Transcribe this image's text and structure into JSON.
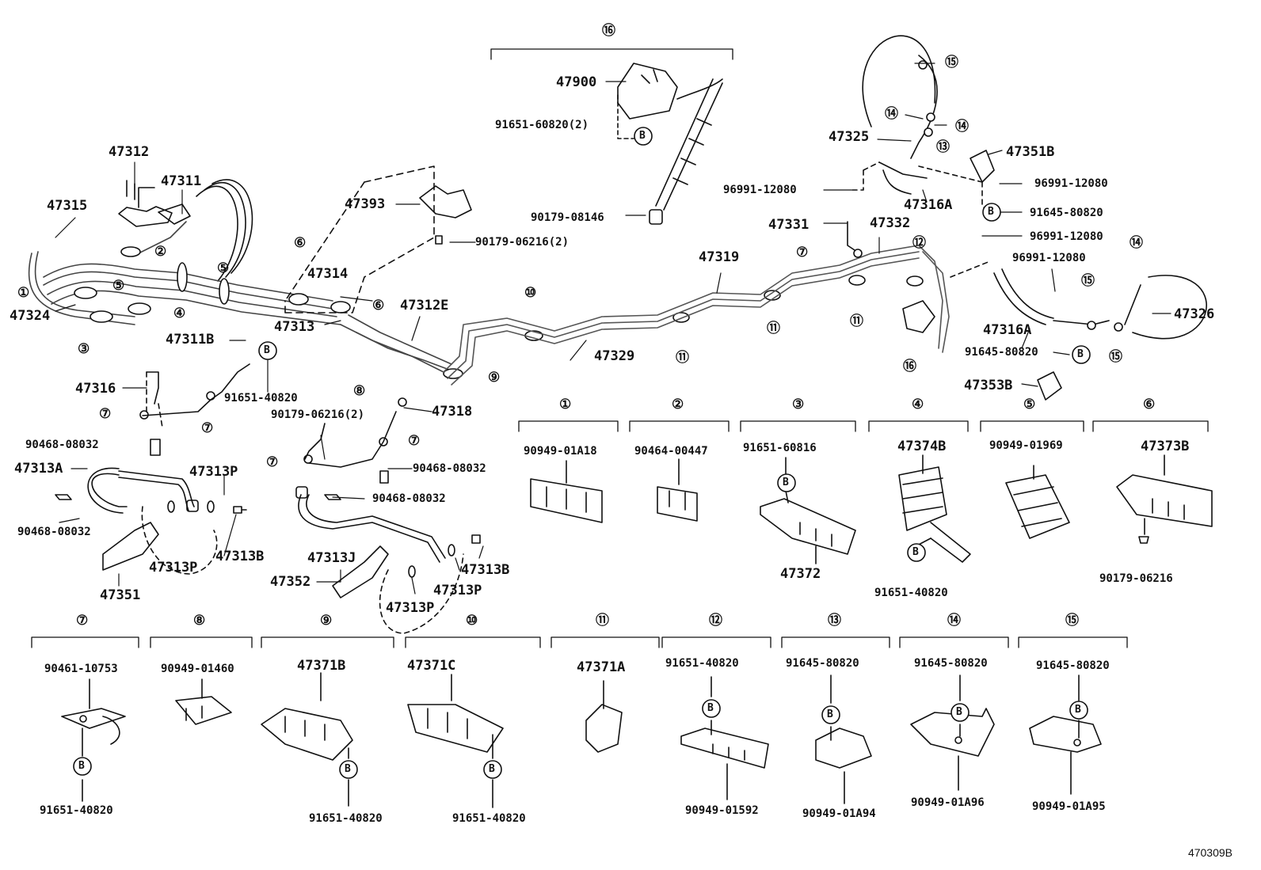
{
  "diagram_id": "470309B",
  "mark_B": "B",
  "circled": [
    "①",
    "②",
    "③",
    "④",
    "⑤",
    "⑥",
    "⑦",
    "⑧",
    "⑨",
    "⑩",
    "⑪",
    "⑫",
    "⑬",
    "⑭",
    "⑮",
    "⑯"
  ],
  "parts": {
    "p47312": "47312",
    "p47311": "47311",
    "p47315": "47315",
    "p47324": "47324",
    "p47314": "47314",
    "p47313": "47313",
    "p47311B": "47311B",
    "p47312E": "47312E",
    "p47393": "47393",
    "p47900": "47900",
    "p47319": "47319",
    "p47329": "47329",
    "p47325": "47325",
    "p47351B": "47351B",
    "p47316A_a": "47316A",
    "p47316A_b": "47316A",
    "p47331": "47331",
    "p47332": "47332",
    "p47326": "47326",
    "p47353B": "47353B",
    "p47316": "47316",
    "p47313A": "47313A",
    "p47313P_a": "47313P",
    "p47313P_b": "47313P",
    "p47313P_c": "47313P",
    "p47313P_d": "47313P",
    "p47313B_a": "47313B",
    "p47313B_b": "47313B",
    "p47351": "47351",
    "p47318": "47318",
    "p47313J": "47313J",
    "p47352": "47352",
    "p47374B": "47374B",
    "p47373B": "47373B",
    "p47372": "47372",
    "p47371B": "47371B",
    "p47371C": "47371C",
    "p47371A": "47371A",
    "n91651_60820": "91651-60820(2)",
    "n90179_08146": "90179-08146",
    "n90179_06216_2a": "90179-06216(2)",
    "n90179_06216_2b": "90179-06216(2)",
    "n96991_a": "96991-12080",
    "n96991_b": "96991-12080",
    "n96991_c": "96991-12080",
    "n96991_d": "96991-12080",
    "n91645_80820_a": "91645-80820",
    "n91645_80820_b": "91645-80820",
    "n91651_40820_a": "91651-40820",
    "n90468_a": "90468-08032",
    "n90468_b": "90468-08032",
    "n90468_c": "90468-08032",
    "n90468_d": "90468-08032",
    "k1": "90949-01A18",
    "k2": "90464-00447",
    "k3": "91651-60816",
    "k4": "91651-40820",
    "k5": "90949-01969",
    "k6": "90179-06216",
    "k7a": "90461-10753",
    "k7b": "91651-40820",
    "k8": "90949-01460",
    "k9": "91651-40820",
    "k10": "91651-40820",
    "k12a": "91651-40820",
    "k12b": "90949-01592",
    "k13a": "91645-80820",
    "k13b": "90949-01A94",
    "k14a": "91645-80820",
    "k14b": "90949-01A96",
    "k15a": "91645-80820",
    "k15b": "90949-01A95"
  },
  "colors": {
    "ink": "#111111",
    "paper": "#ffffff",
    "pipe": "#555555"
  }
}
